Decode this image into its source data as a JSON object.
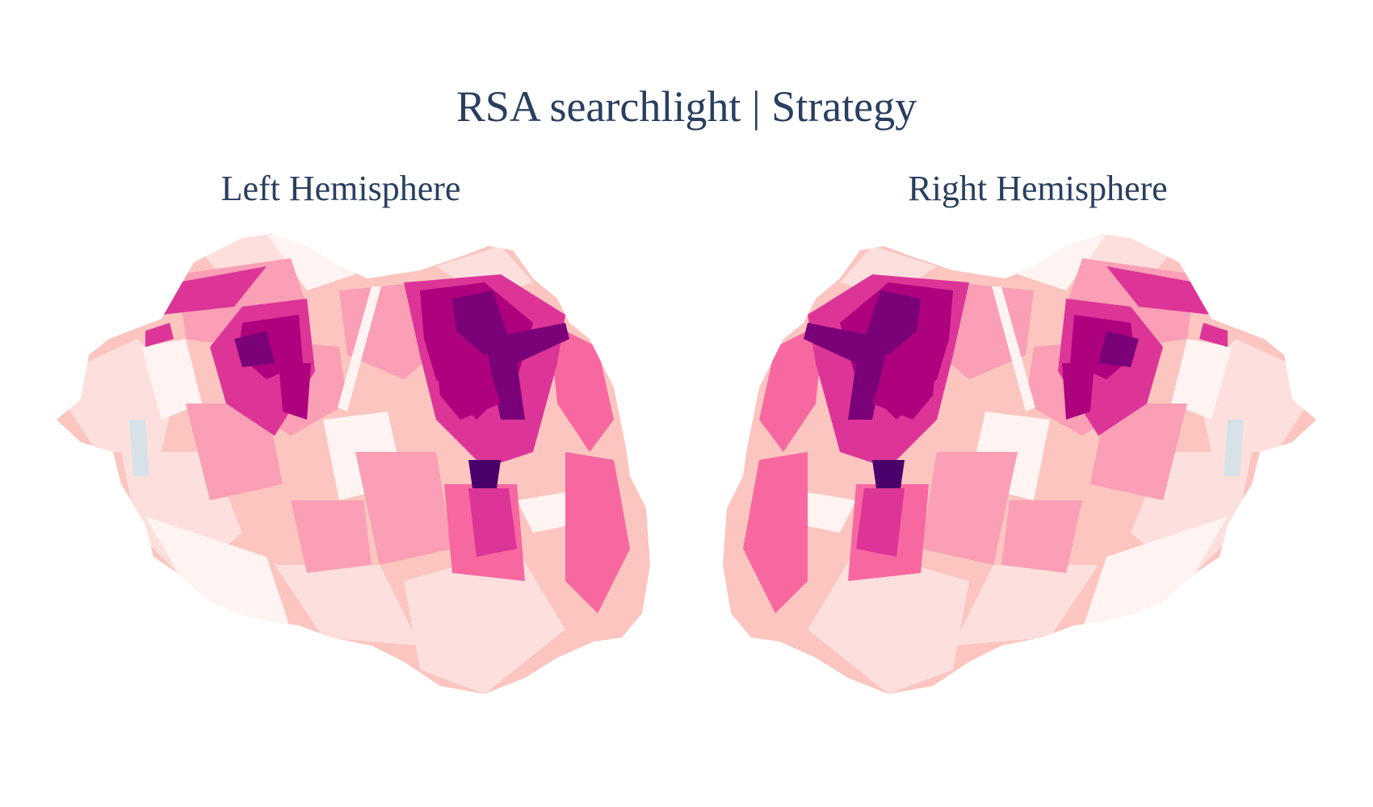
{
  "figure": {
    "title": "RSA searchlight | Strategy"
  },
  "panels": [
    {
      "id": "left",
      "title": "Left Hemisphere"
    },
    {
      "id": "right",
      "title": "Right Hemisphere"
    }
  ],
  "colors": {
    "title_text": "#2a3f5f",
    "background": "#ffffff",
    "colorscale": [
      "#fff4f2",
      "#fde0dd",
      "#fcc5c0",
      "#fa9fb5",
      "#f768a1",
      "#dd3497",
      "#ae017e",
      "#7a0177",
      "#49006a"
    ],
    "medial_wall": "#d6e2e8"
  }
}
